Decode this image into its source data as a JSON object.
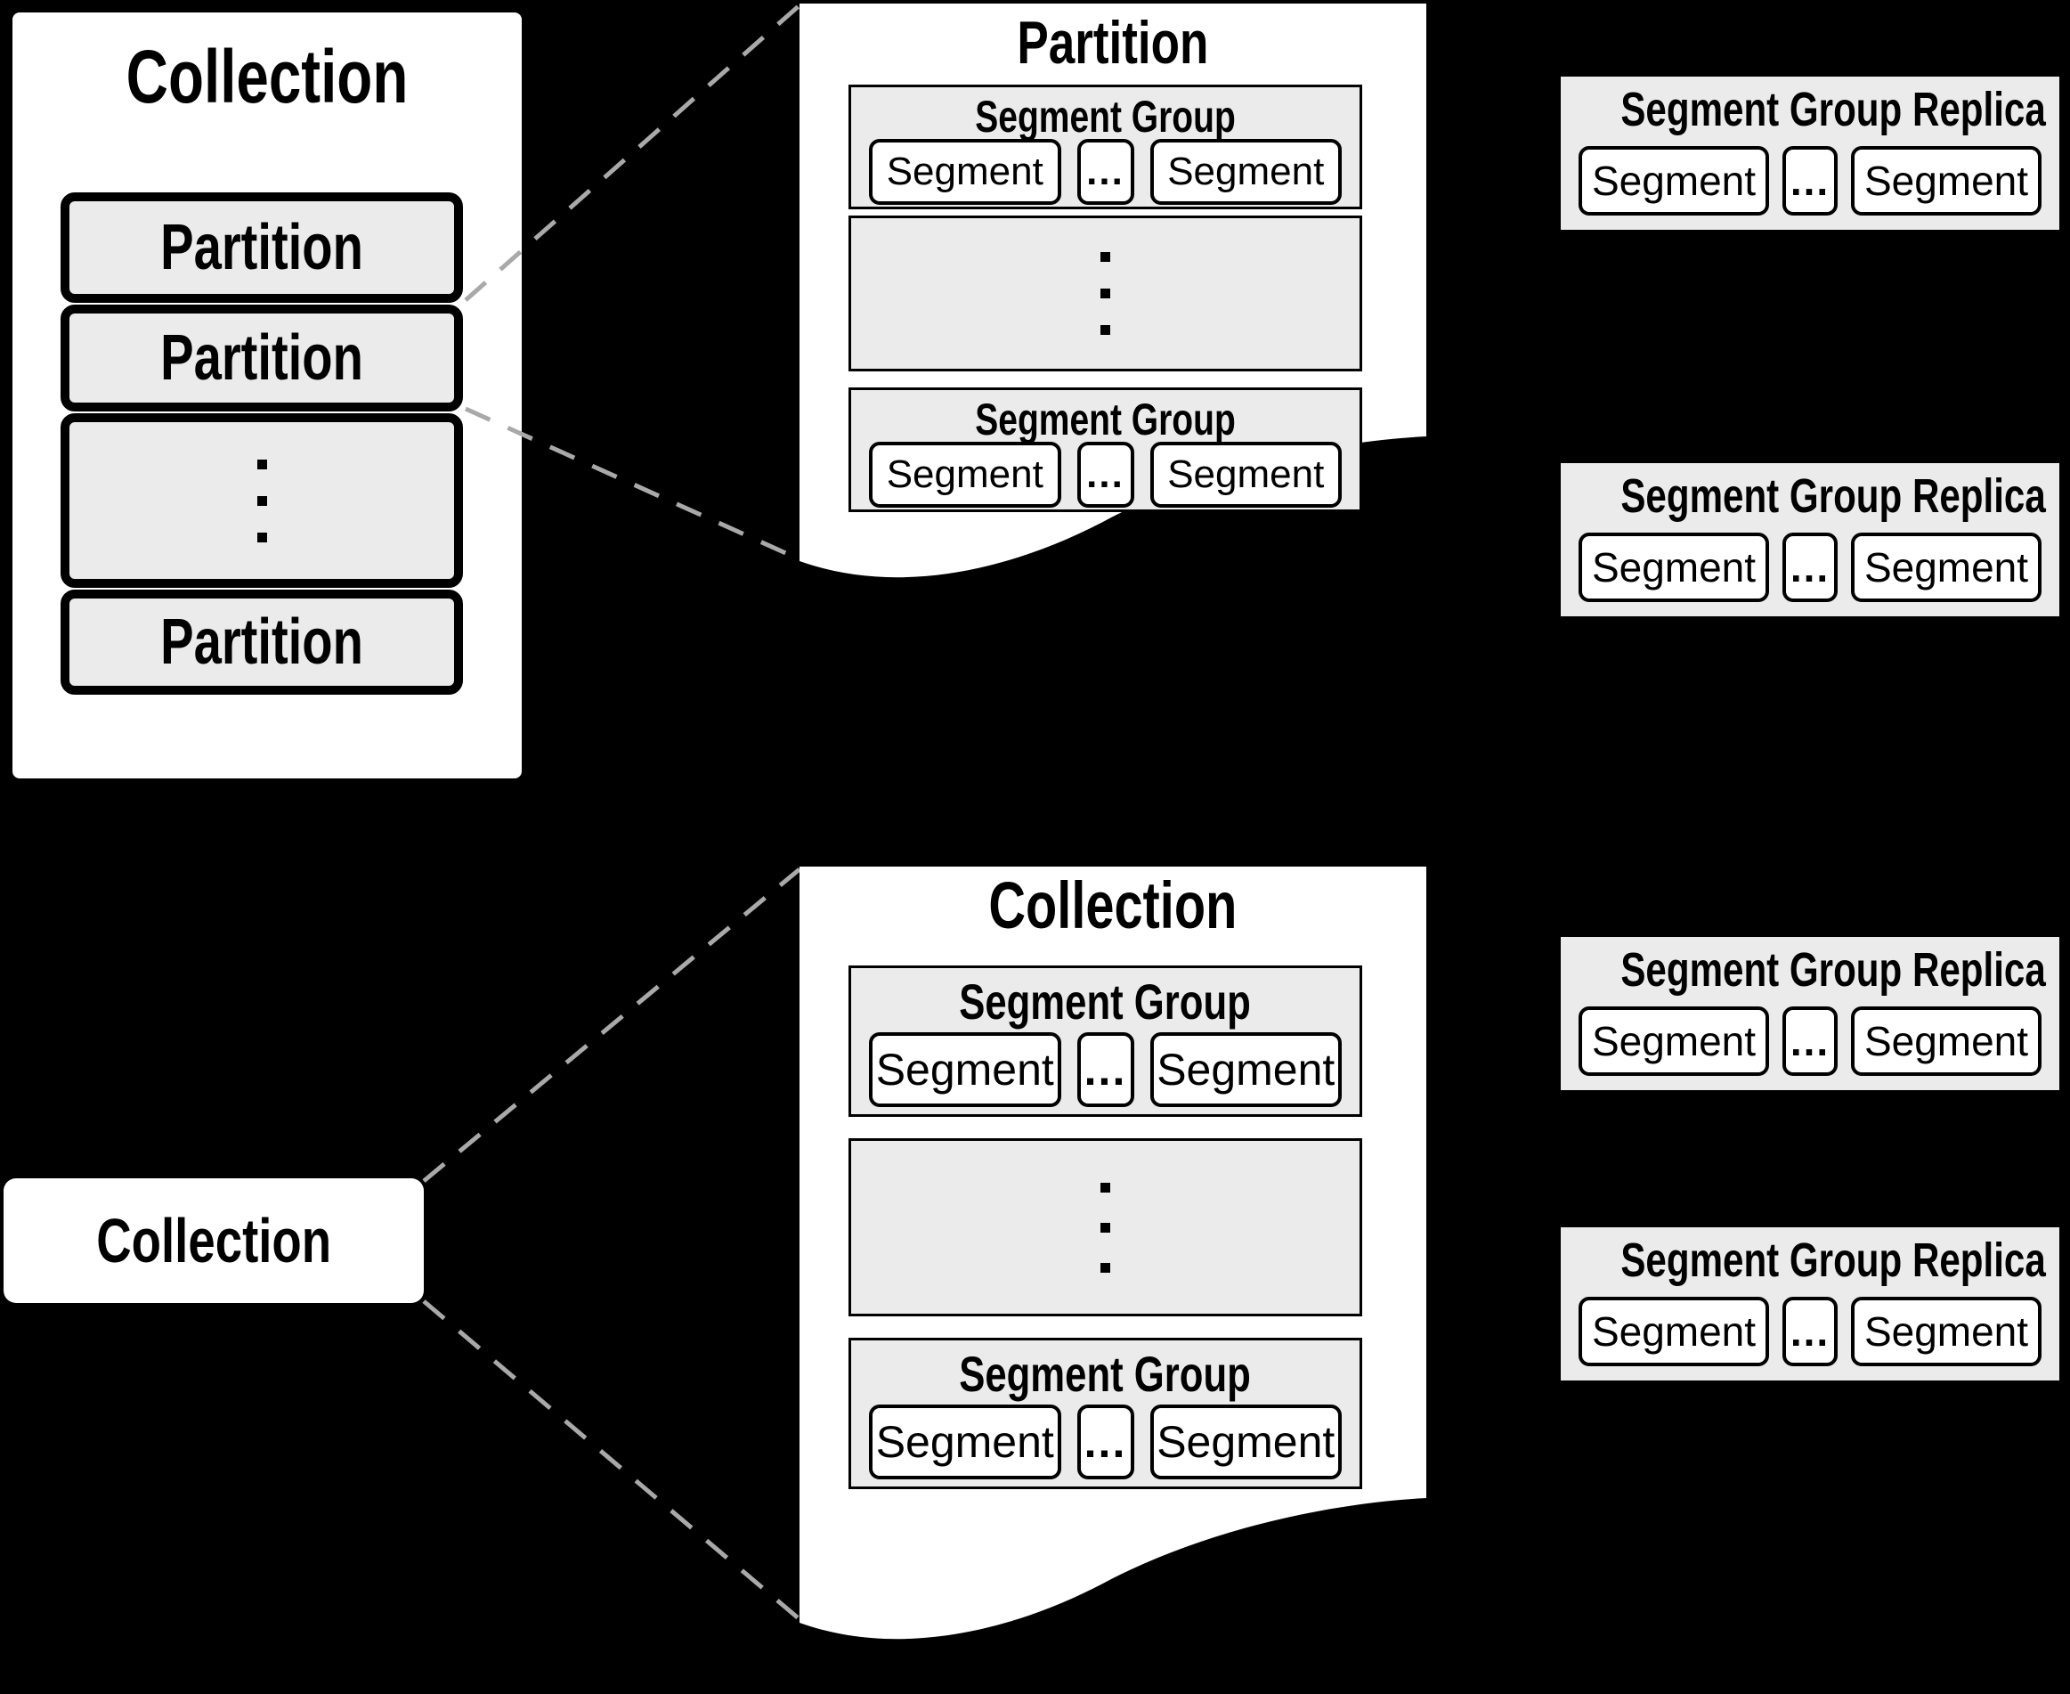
{
  "colors": {
    "background": "#000000",
    "page_fill": "#ffffff",
    "box_fill": "#ebebeb",
    "border": "#000000",
    "dashed_line": "#a9a9a9"
  },
  "top_left_collection": {
    "title": "Collection",
    "partitions": [
      {
        "label": "Partition"
      },
      {
        "label": "Partition"
      },
      {
        "label": "Partition"
      }
    ],
    "vertical_ellipsis": "⋮"
  },
  "partition_page": {
    "title": "Partition",
    "vertical_ellipsis": "⋮",
    "segment_groups": [
      {
        "title": "Segment Group",
        "segments": [
          "Segment",
          "...",
          "Segment"
        ]
      },
      {
        "title": "Segment Group",
        "segments": [
          "Segment",
          "...",
          "Segment"
        ]
      }
    ]
  },
  "bottom_left_collection": {
    "title": "Collection"
  },
  "collection_page": {
    "title": "Collection",
    "vertical_ellipsis": "⋮",
    "segment_groups": [
      {
        "title": "Segment Group",
        "segments": [
          "Segment",
          "...",
          "Segment"
        ]
      },
      {
        "title": "Segment Group",
        "segments": [
          "Segment",
          "...",
          "Segment"
        ]
      }
    ]
  },
  "replicas": [
    {
      "title": "Segment Group Replica",
      "segments": [
        "Segment",
        "...",
        "Segment"
      ]
    },
    {
      "title": "Segment Group Replica",
      "segments": [
        "Segment",
        "...",
        "Segment"
      ]
    },
    {
      "title": "Segment Group Replica",
      "segments": [
        "Segment",
        "...",
        "Segment"
      ]
    },
    {
      "title": "Segment Group Replica",
      "segments": [
        "Segment",
        "...",
        "Segment"
      ]
    }
  ]
}
